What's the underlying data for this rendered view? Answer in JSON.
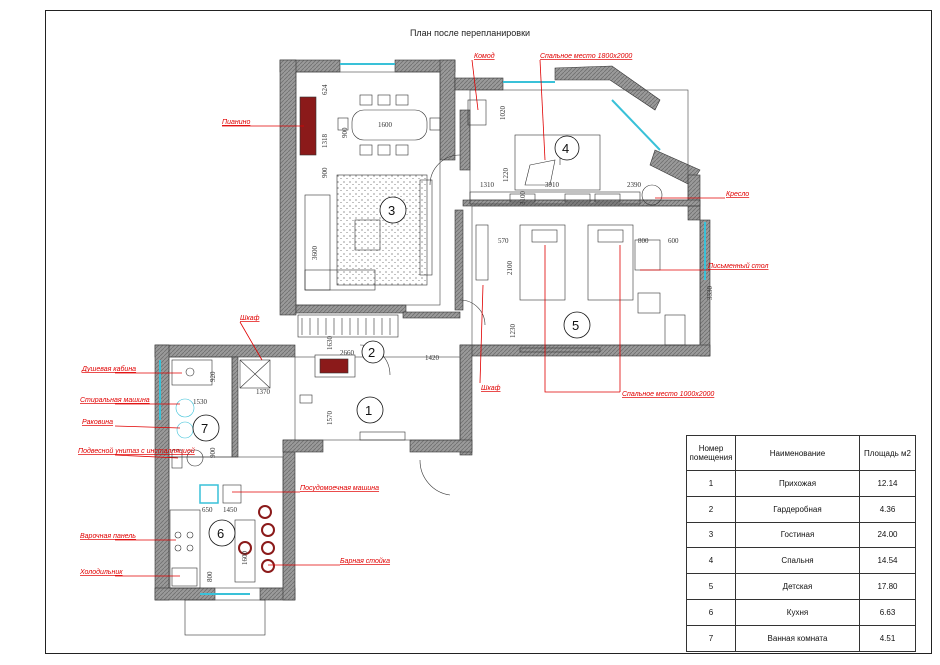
{
  "title": "План после перепланировки",
  "rooms": [
    {
      "n": "1"
    },
    {
      "n": "2"
    },
    {
      "n": "3"
    },
    {
      "n": "4"
    },
    {
      "n": "5"
    },
    {
      "n": "6"
    },
    {
      "n": "7"
    }
  ],
  "callouts": {
    "piano": "Пианино",
    "closet_top": "Комод",
    "bed_double": "Спальное место 1800х2000",
    "armchair": "Кресло",
    "desk": "Письменный стол",
    "wardrobe_left": "Шкаф",
    "wardrobe_bottom": "Шкаф",
    "beds_kids": "Спальное место 1000х2000",
    "shower": "Душевая кабина",
    "washer": "Стиральная машина",
    "sink": "Раковина",
    "toilet": "Подвесной унитаз с инсталляцией",
    "dishwasher": "Посудомоечная машина",
    "stove": "Варочная панель",
    "fridge": "Холодильник",
    "bar": "Барная стойка"
  },
  "dimensions": [
    "1600",
    "900",
    "1318",
    "624",
    "900",
    "3600",
    "1020",
    "1310",
    "3910",
    "2390",
    "1220",
    "3100",
    "2100",
    "1230",
    "570",
    "800",
    "600",
    "3330",
    "2660",
    "1630",
    "1420",
    "1370",
    "920",
    "1530",
    "900",
    "1570",
    "650",
    "1450",
    "800",
    "1600"
  ],
  "table": {
    "headers": [
      "Номер помещения",
      "Наименование",
      "Площадь м2"
    ],
    "rows": [
      [
        "1",
        "Прихожая",
        "12.14"
      ],
      [
        "2",
        "Гардеробная",
        "4.36"
      ],
      [
        "3",
        "Гостиная",
        "24.00"
      ],
      [
        "4",
        "Спальня",
        "14.54"
      ],
      [
        "5",
        "Детская",
        "17.80"
      ],
      [
        "6",
        "Кухня",
        "6.63"
      ],
      [
        "7",
        "Ванная комната",
        "4.51"
      ]
    ]
  },
  "colors": {
    "wall": "#8a8a8a",
    "accent": "#e00000",
    "window": "#39c1d8"
  }
}
